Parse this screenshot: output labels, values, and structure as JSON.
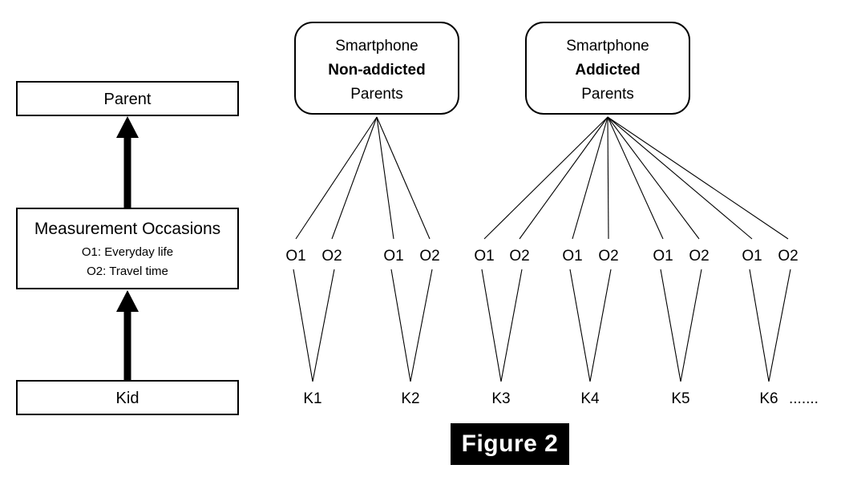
{
  "figure": {
    "caption": "Figure 2",
    "banner_bg": "#000000",
    "banner_fg": "#ffffff"
  },
  "left_panel": {
    "levels": [
      {
        "id": "parent",
        "title": "Parent",
        "sublines": []
      },
      {
        "id": "measurement-occasions",
        "title": "Measurement Occasions",
        "sublines": [
          "O1: Everyday life",
          "O2: Travel time"
        ]
      },
      {
        "id": "kid",
        "title": "Kid",
        "sublines": []
      }
    ],
    "arrows": [
      {
        "from": "measurement-occasions",
        "to": "parent"
      },
      {
        "from": "kid",
        "to": "measurement-occasions"
      }
    ]
  },
  "right_panel": {
    "groups": [
      {
        "id": "non-addicted",
        "line1": "Smartphone",
        "line2": "Non-addicted",
        "line3": "Parents",
        "kids": [
          "K1",
          "K2"
        ],
        "occasion_labels": [
          "O1",
          "O2",
          "O1",
          "O2"
        ]
      },
      {
        "id": "addicted",
        "line1": "Smartphone",
        "line2": "Addicted",
        "line3": "Parents",
        "kids": [
          "K3",
          "K4",
          "K5",
          "K6"
        ],
        "occasion_labels": [
          "O1",
          "O2",
          "O1",
          "O2",
          "O1",
          "O2",
          "O1",
          "O2"
        ]
      }
    ],
    "continuation_marker": "......."
  },
  "colors": {
    "stroke": "#000000",
    "fill": "#ffffff",
    "background": "#ffffff"
  }
}
